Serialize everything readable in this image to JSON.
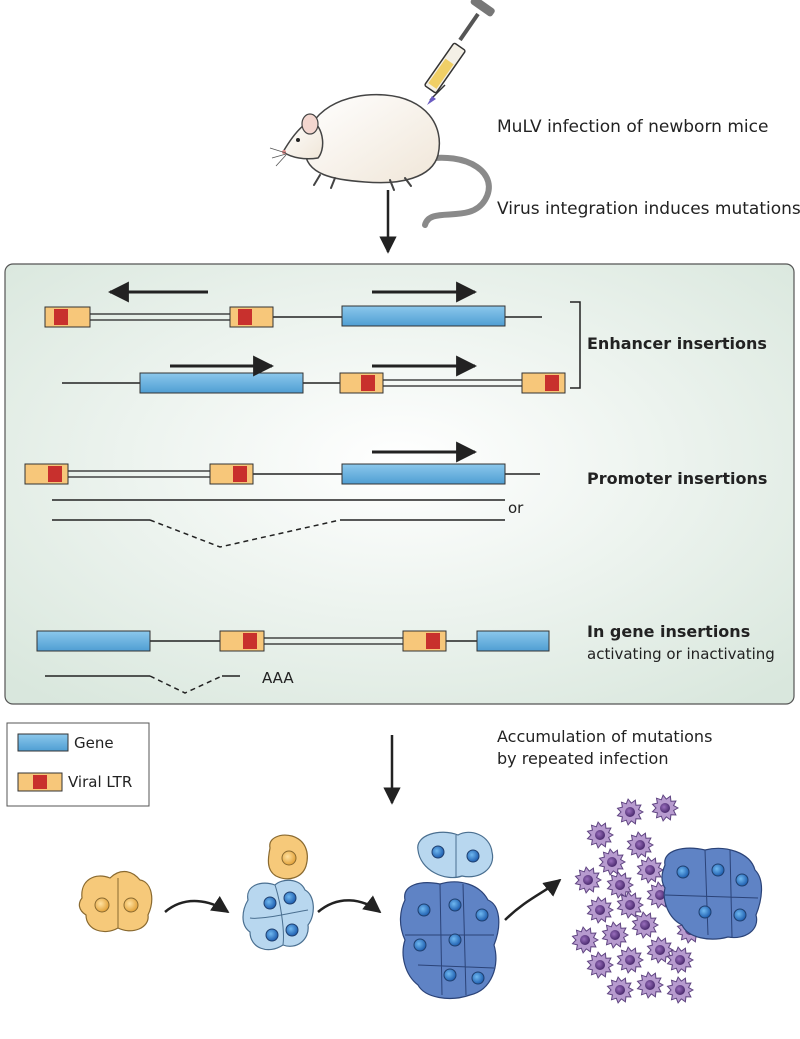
{
  "steps": {
    "infection": "MuLV infection of newborn mice",
    "integration": "Virus integration induces mutations",
    "accumulation_line1": "Accumulation of mutations",
    "accumulation_line2": "by repeated infection"
  },
  "panel": {
    "enhancer": "Enhancer insertions",
    "promoter": "Promoter insertions",
    "promoter_or": "or",
    "ingene": "In gene insertions",
    "ingene_sub": "activating or inactivating",
    "polyA": "AAA"
  },
  "legend": {
    "gene": "Gene",
    "ltr": "Viral LTR"
  },
  "colors": {
    "gene": "#5aa7d8",
    "ltr_outer": "#f7c77a",
    "ltr_inner": "#c8302d",
    "panel_bg": "#e7f0ea",
    "cell_normal": "#f6c97a",
    "cell_light_blue": "#b8d7ef",
    "cell_dark_blue": "#5f83c5",
    "cell_tumor": "#b79bcf"
  }
}
